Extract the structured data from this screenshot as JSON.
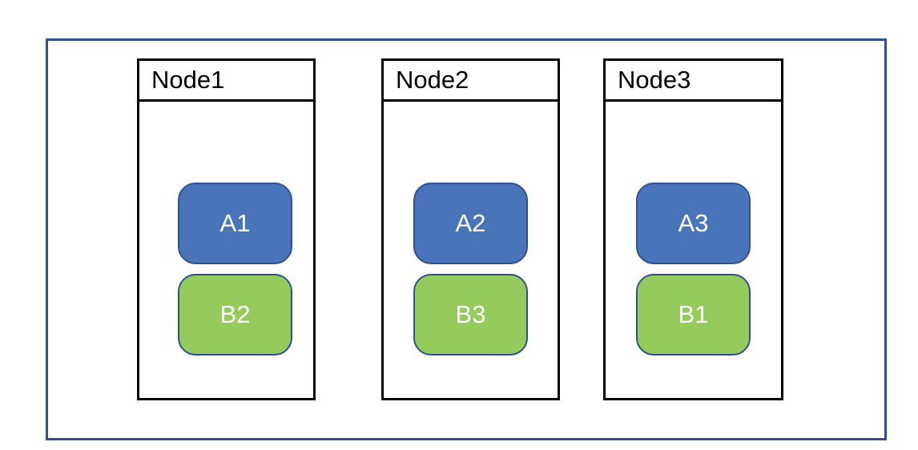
{
  "nodes": [
    {
      "title": "Node1",
      "boxes": [
        {
          "label": "A1",
          "type": "blue"
        },
        {
          "label": "B2",
          "type": "green"
        }
      ]
    },
    {
      "title": "Node2",
      "boxes": [
        {
          "label": "A2",
          "type": "blue"
        },
        {
          "label": "B3",
          "type": "green"
        }
      ]
    },
    {
      "title": "Node3",
      "boxes": [
        {
          "label": "A3",
          "type": "blue"
        },
        {
          "label": "B1",
          "type": "green"
        }
      ]
    }
  ],
  "colors": {
    "blue_fill": "#4A74B9",
    "green_fill": "#95CA5D",
    "box_border": "#2F528F",
    "frame_border": "#31508D",
    "node_border": "#000000",
    "title_text": "#000000",
    "label_text": "#FFFFFF"
  }
}
